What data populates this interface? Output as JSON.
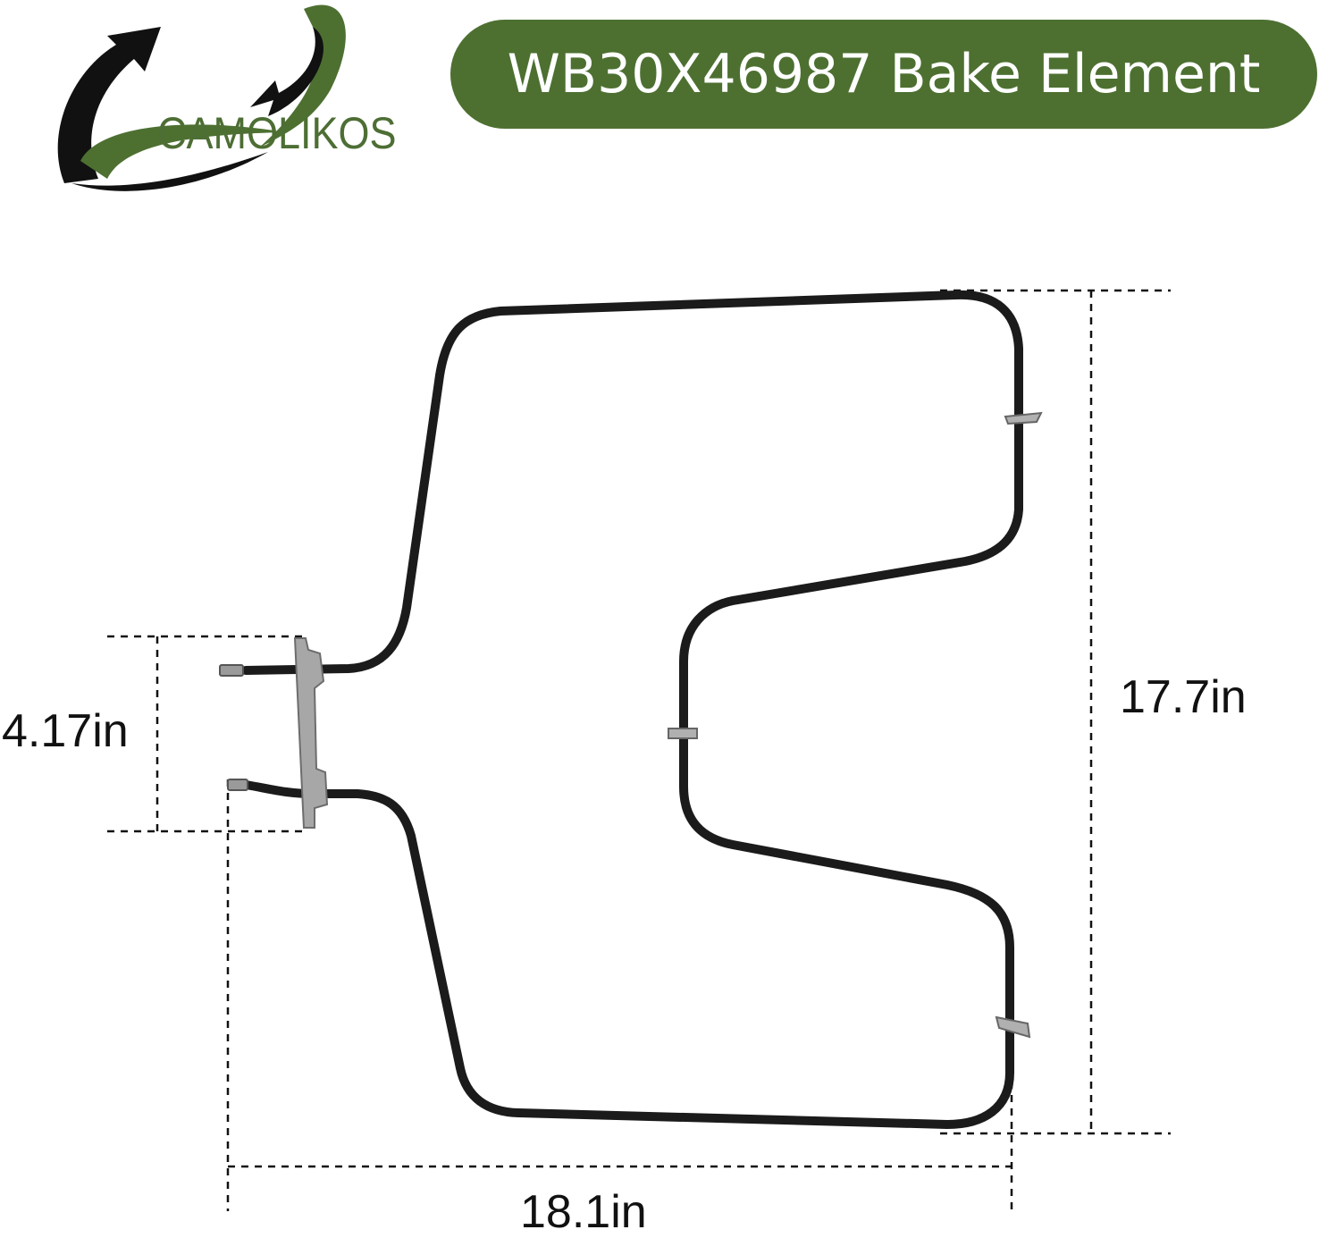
{
  "brand": {
    "name": "CAMOLIKOS",
    "colors": {
      "green": "#4d7031",
      "dark": "#111111"
    }
  },
  "title": "WB30X46987 Bake Element",
  "dimensions": {
    "terminal_spacing": "4.17in",
    "height": "17.7in",
    "width": "18.1in"
  }
}
